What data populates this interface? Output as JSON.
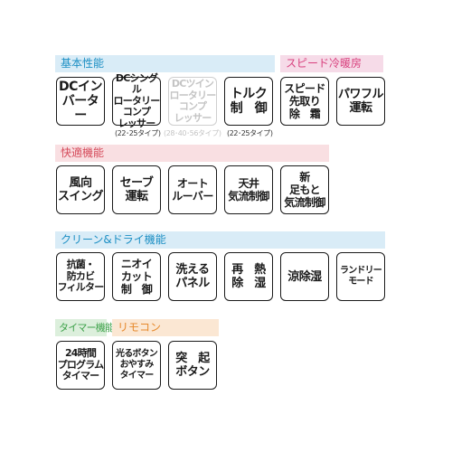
{
  "sections": {
    "basic": "基本性能",
    "speed": "スピード冷暖房",
    "comfort": "快適機能",
    "clean": "クリーン&ドライ機能",
    "timer": "タイマー機能",
    "remote": "リモコン"
  },
  "tiles": {
    "dc_inverter": "DCイン\nバーター",
    "dc_single": "DCシングル\nロータリー\nコンプ\nレッサー",
    "dc_twin": "DCツイン\nロータリー\nコンプ\nレッサー",
    "torque": "トルク\n制　御",
    "speed_defrost": "スピード\n先取り\n除　霜",
    "powerful": "パワフル\n運転",
    "wind_swing": "風向\nスイング",
    "save": "セーブ\n運転",
    "auto_louver": "オート\nルーバー",
    "ceiling": "天井\n気流制御",
    "footwarm": "新\n足もと\n気流制御",
    "antibac": "抗菌・\n防カビ\nフィルター",
    "deodor": "ニオイ\nカット\n制　御",
    "panel": "洗える\nパネル",
    "reheat": "再　熱\n除　湿",
    "cool_dehum": "涼除湿",
    "laundry": "ランドリー\nモード",
    "program_timer": "24時間\nプログラム\nタイマー",
    "glow_timer": "光るボタン\nおやすみ\nタイマー",
    "raised_button": "突　起\nボタン"
  },
  "notes": {
    "single": "(22･25タイプ)",
    "twin": "(28･40･56タイプ)",
    "torque": "(22･25タイプ)"
  }
}
